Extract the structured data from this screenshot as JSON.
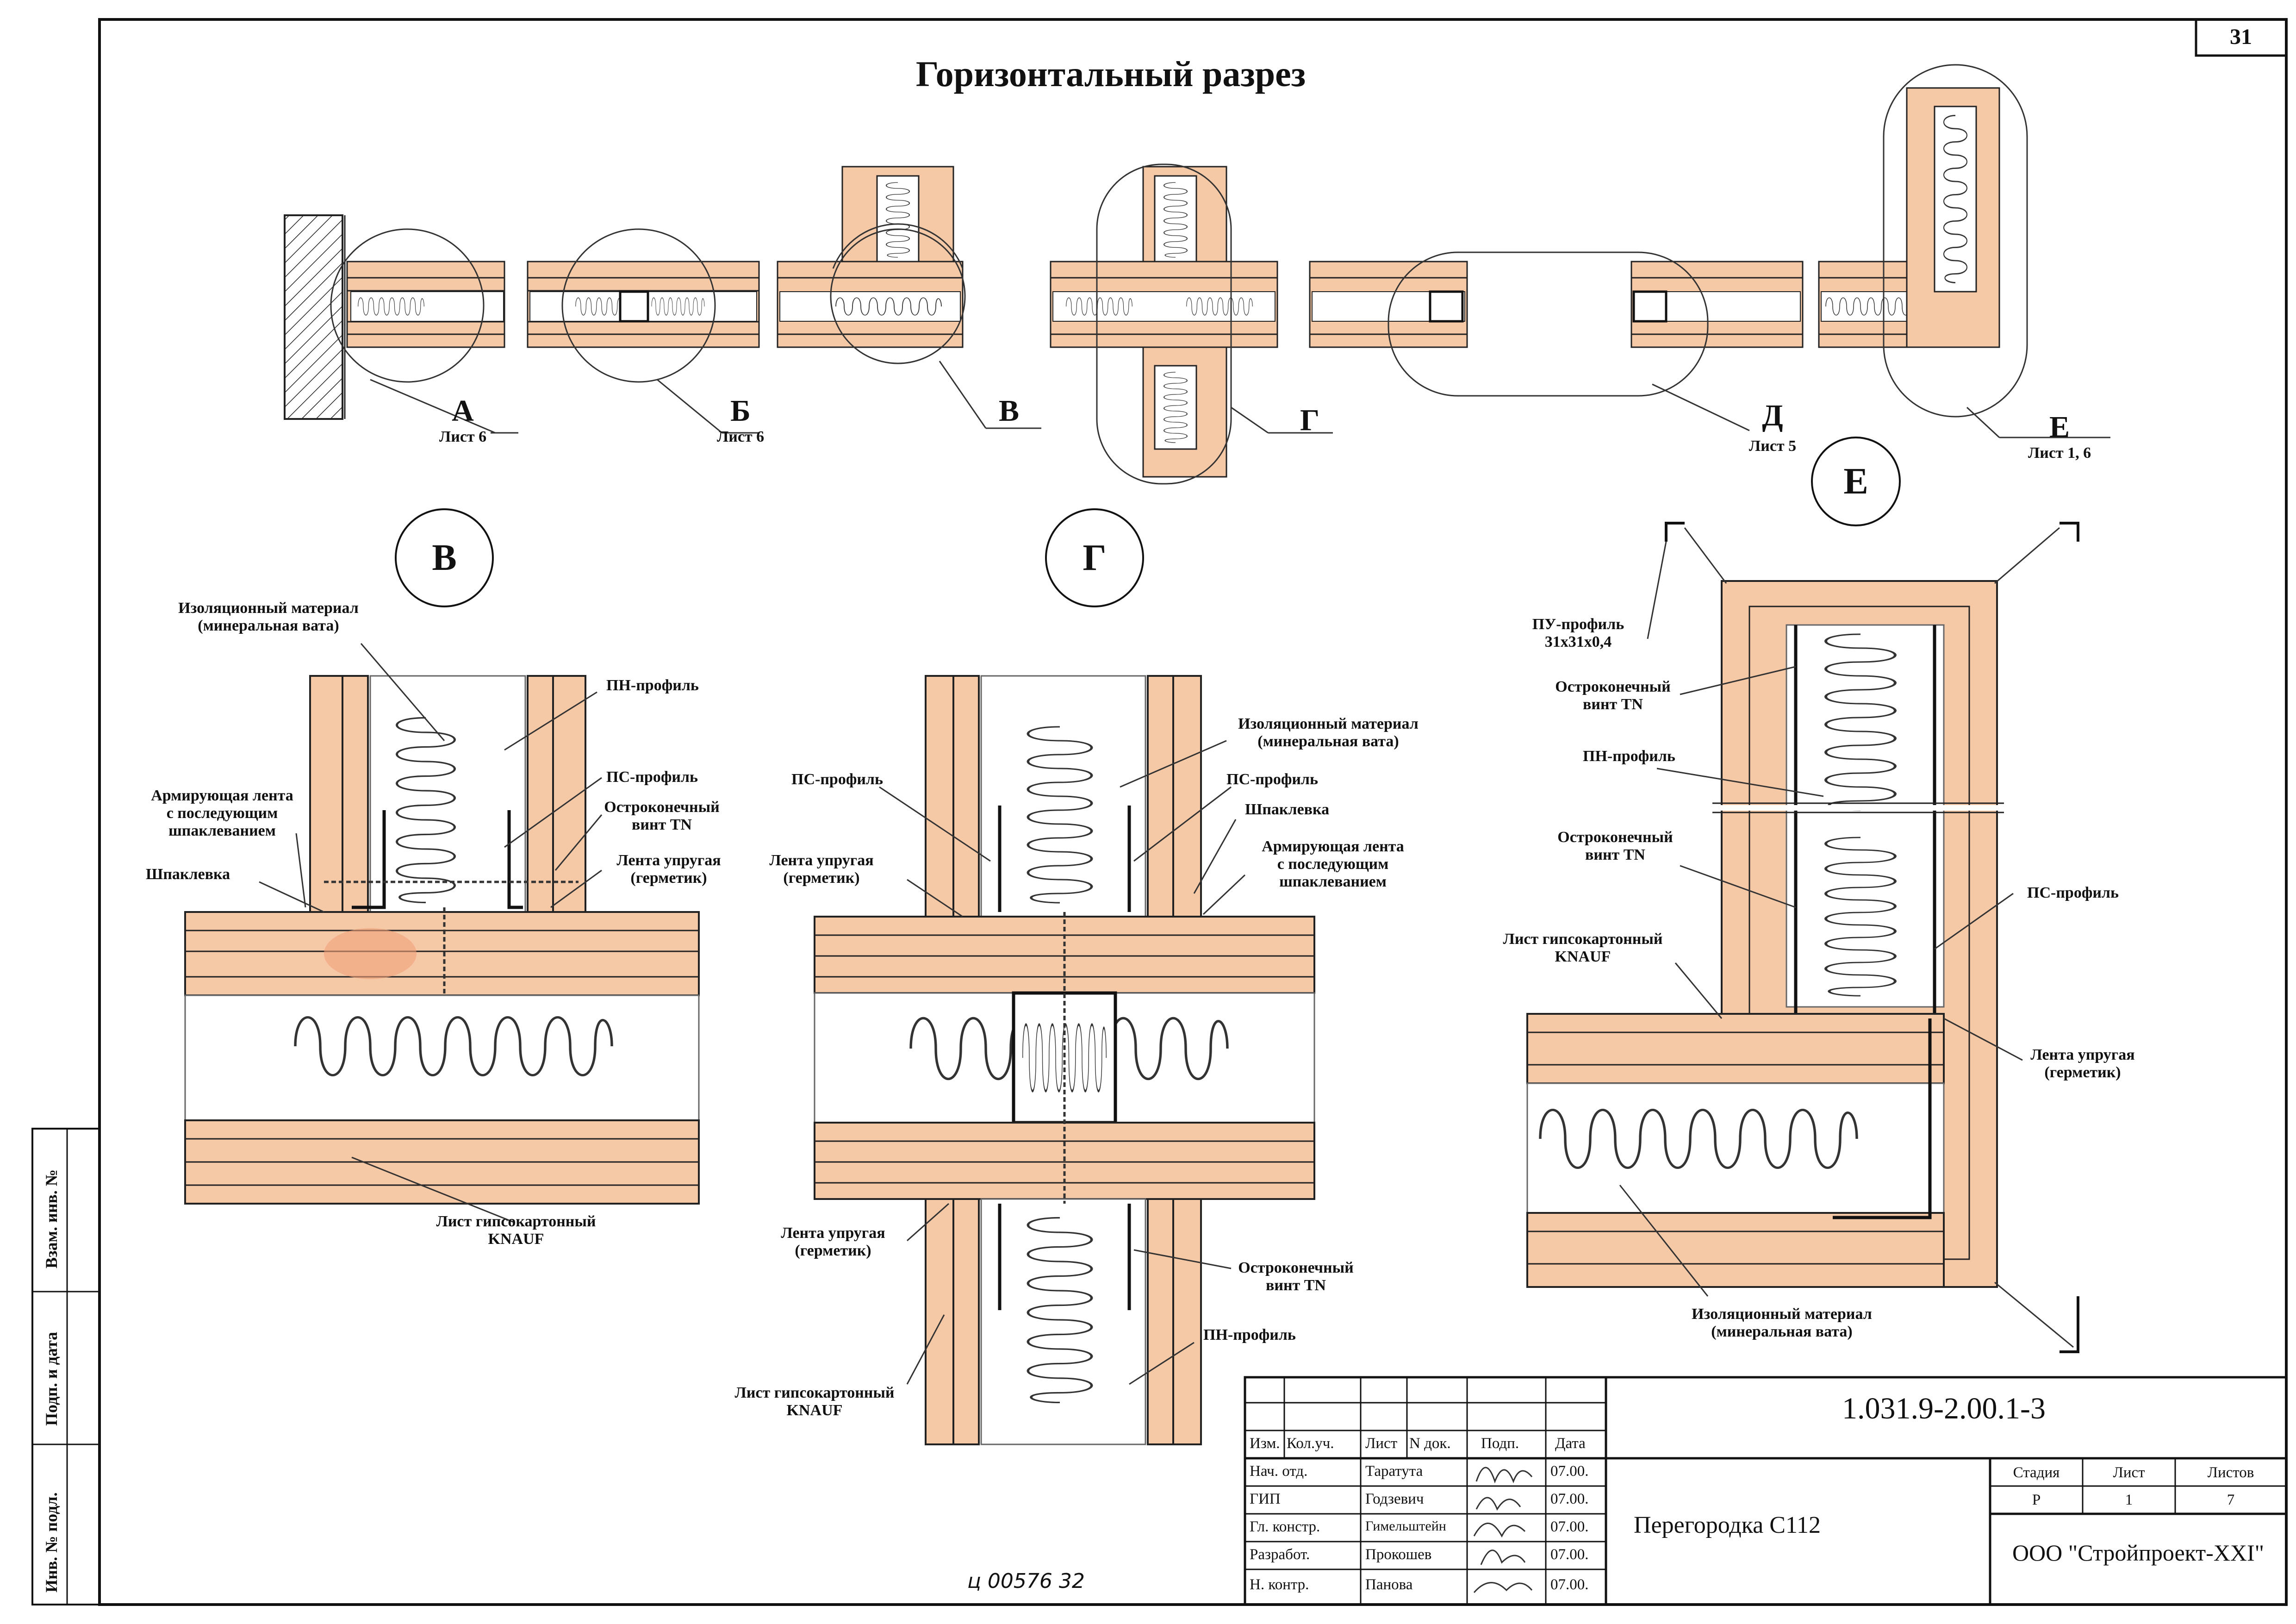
{
  "sheet_number": "31",
  "main_title": "Горизонтальный разрез",
  "overview_markers": [
    {
      "letter": "А",
      "sheet": "Лист 6"
    },
    {
      "letter": "Б",
      "sheet": "Лист 6"
    },
    {
      "letter": "В",
      "sheet": ""
    },
    {
      "letter": "Г",
      "sheet": ""
    },
    {
      "letter": "Д",
      "sheet": "Лист 5"
    },
    {
      "letter": "Е",
      "sheet": "Лист 1, 6"
    }
  ],
  "detail_v": {
    "title": "В",
    "labels": {
      "insulation": "Изоляционный материал\n(минеральная вата)",
      "pn_profile": "ПН-профиль",
      "ps_profile": "ПС-профиль",
      "reinforcing_tape": "Армирующая лента\nс последующим\nшпаклеванием",
      "screw": "Остроконечный\nвинт TN",
      "putty": "Шпаклевка",
      "elastic_tape": "Лента упругая\n(герметик)",
      "gypsum_sheet": "Лист гипсокартонный\nKNAUF"
    }
  },
  "detail_g": {
    "title": "Г",
    "labels": {
      "ps_profile_left": "ПС-профиль",
      "insulation": "Изоляционный материал\n(минеральная вата)",
      "ps_profile_right": "ПС-профиль",
      "putty": "Шпаклевка",
      "elastic_tape_top": "Лента упругая\n(герметик)",
      "reinforcing_tape": "Армирующая лента\nс последующим\nшпаклеванием",
      "elastic_tape_bottom": "Лента упругая\n(герметик)",
      "screw": "Остроконечный\nвинт TN",
      "pn_profile": "ПН-профиль",
      "gypsum_sheet": "Лист гипсокартонный\nKNAUF"
    }
  },
  "detail_e": {
    "title": "Е",
    "labels": {
      "pu_profile": "ПУ-профиль\n31x31x0,4",
      "screw_top": "Остроконечный\nвинт TN",
      "pn_profile": "ПН-профиль",
      "screw_mid": "Остроконечный\nвинт TN",
      "ps_profile": "ПС-профиль",
      "gypsum_sheet": "Лист гипсокартонный\nKNAUF",
      "elastic_tape": "Лента упругая\n(герметик)",
      "insulation": "Изоляционный материал\n(минеральная вата)"
    }
  },
  "side_stamp": [
    "Взам. инв. №",
    "Подп. и дата",
    "Инв. № подл."
  ],
  "title_block": {
    "doc_code": "1.031.9-2.00.1-3",
    "headers": [
      "Изм.",
      "Кол.уч.",
      "Лист",
      "N док.",
      "Подп.",
      "Дата"
    ],
    "rows": [
      {
        "role": "Нач. отд.",
        "name": "Таратута",
        "date": "07.00."
      },
      {
        "role": "ГИП",
        "name": "Годзевич",
        "date": "07.00."
      },
      {
        "role": "Гл. констр.",
        "name": "Гимельштейн",
        "date": "07.00."
      },
      {
        "role": "Разработ.",
        "name": "Прокошев",
        "date": "07.00."
      },
      {
        "role": "Н. контр.",
        "name": "Панова",
        "date": "07.00."
      }
    ],
    "object_name": "Перегородка С112",
    "stage_header": "Стадия",
    "sheet_header": "Лист",
    "sheets_header": "Листов",
    "stage": "Р",
    "sheet": "1",
    "sheets": "7",
    "organization": "ООО \"Стройпроект-XXI\""
  },
  "handwritten_note": "ц 00576  32",
  "colors": {
    "board": "#f5c8a6",
    "line": "#1a1a1a",
    "paper": "#ffffff",
    "insulation": "#ffffff"
  }
}
